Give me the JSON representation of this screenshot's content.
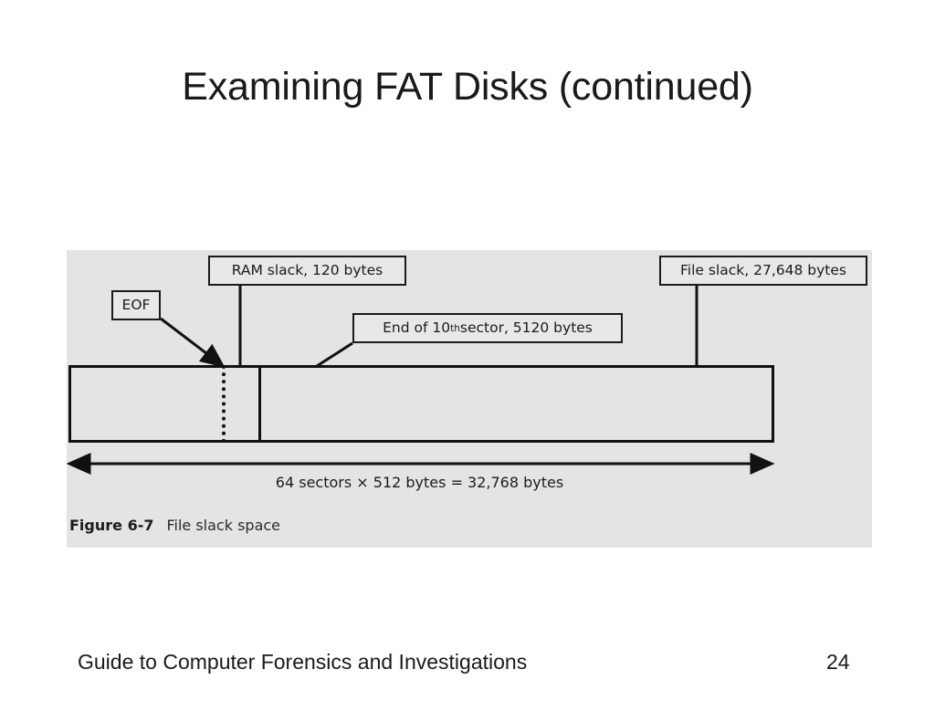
{
  "slide": {
    "title": "Examining FAT Disks (continued)"
  },
  "figure": {
    "callouts": {
      "eof": "EOF",
      "ram_slack": "RAM slack, 120 bytes",
      "end_of_sector_prefix": "End of 10",
      "end_of_sector_superscript": "th",
      "end_of_sector_suffix": " sector, 5120 bytes",
      "file_slack": "File slack, 27,648 bytes"
    },
    "dimension_caption": "64 sectors × 512 bytes = 32,768 bytes",
    "caption_number": "Figure 6-7",
    "caption_text": "File slack space",
    "colors": {
      "panel_background": "#e4e4e4",
      "line": "#111111",
      "callout_fill": "#e8e8e8"
    }
  },
  "footer": {
    "text": "Guide to Computer Forensics and Investigations",
    "page_number": "24"
  }
}
